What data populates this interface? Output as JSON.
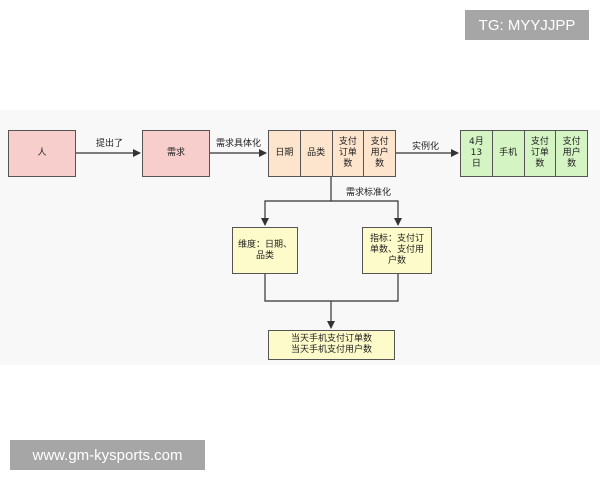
{
  "watermark_top": "TG: MYYJJPP",
  "watermark_bottom": "www.gm-kysports.com",
  "nodes": {
    "person": "人",
    "demand": "需求",
    "date": "日期",
    "category": "品类",
    "pay_orders": "支付\n订单\n数",
    "pay_users": "支付\n用户\n数",
    "inst_date": "4月\n13\n日",
    "inst_phone": "手机",
    "inst_pay_orders": "支付\n订单\n数",
    "inst_pay_users": "支付\n用户\n数",
    "dimension": "维度：日期、\n品类",
    "metric": "指标：支付订\n单数、支付用\n户数",
    "result": "当天手机支付订单数\n当天手机支付用户数"
  },
  "edges": {
    "raised": "提出了",
    "specify": "需求具体化",
    "instantiate": "实例化",
    "standardize": "需求标准化"
  }
}
